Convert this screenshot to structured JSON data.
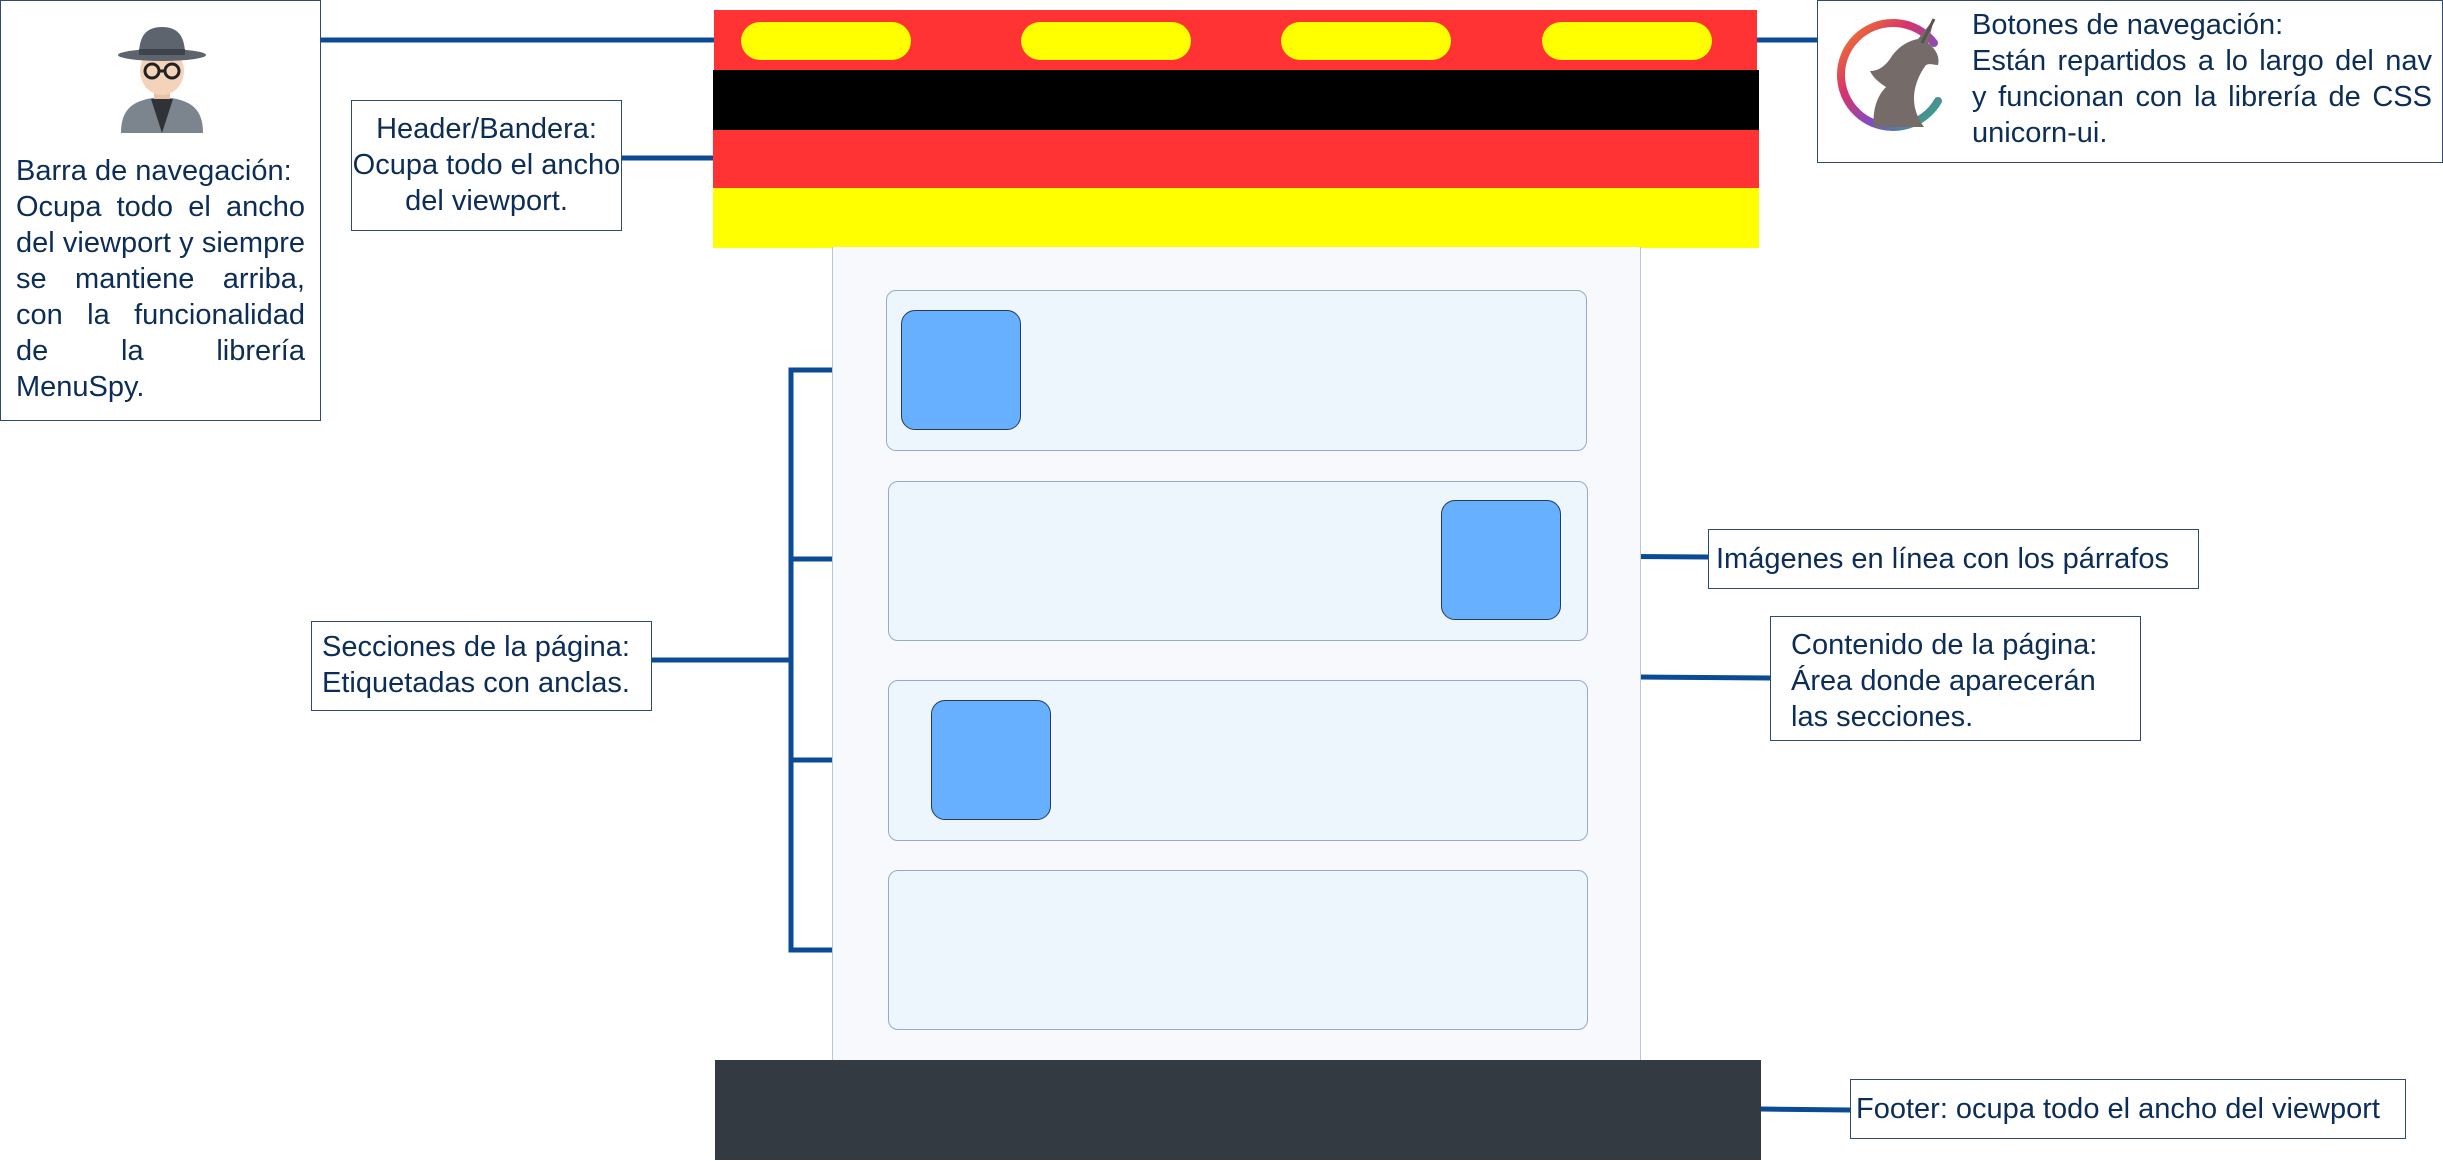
{
  "annotations": {
    "navbar": "Barra de navegación:\nOcupa todo el ancho del viewport y siempre se mantiene arriba, con la funcionalidad de la librería MenuSpy.",
    "header": "Header/Bandera:\nOcupa todo el ancho del viewport.",
    "nav_buttons": "Botones de navegación:\nEstán repartidos a lo largo del nav y funcionan con la librería de CSS unicorn-ui.",
    "images": "Imágenes en línea con los párrafos",
    "content": "Contenido de la página:\nÁrea donde aparecerán las secciones.",
    "sections": "Secciones de la página:\nEtiquetadas con anclas.",
    "footer": "Footer: ocupa todo el ancho del viewport"
  },
  "icons": {
    "navbar": "spy-user-icon",
    "nav_buttons": "unicorn-logo-icon"
  },
  "colors": {
    "flag_red": "#ff3333",
    "flag_black": "#000000",
    "flag_yellow": "#ffff00",
    "image_placeholder": "#66b0ff",
    "footer": "#343a42",
    "connector": "#0b4a95"
  }
}
